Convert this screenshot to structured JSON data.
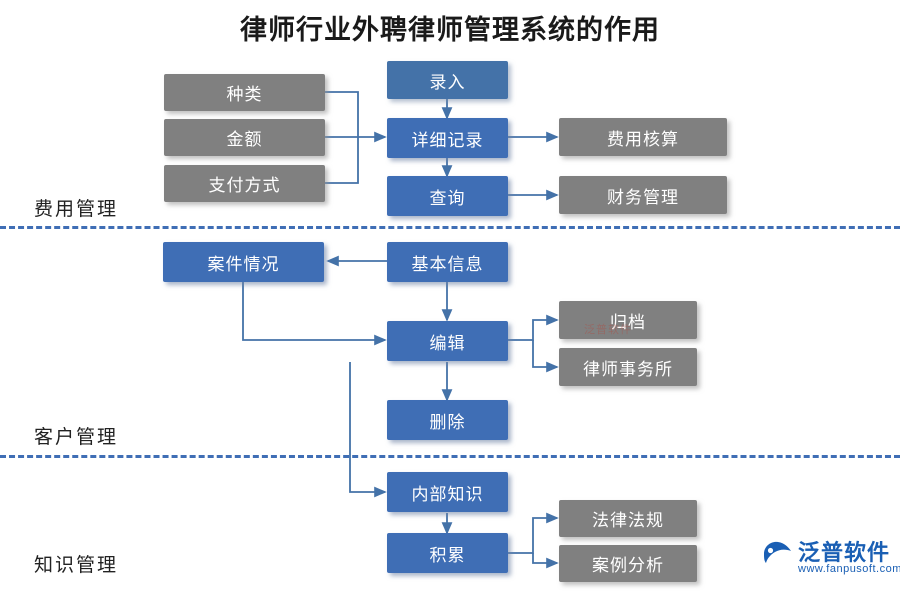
{
  "title": "律师行业外聘律师管理系统的作用",
  "colors": {
    "blue": "#4472a8",
    "blue_dark": "#3f6eb5",
    "gray": "#808080",
    "divider": "#3f6eb5",
    "logo": "#1a5fb4"
  },
  "sections": [
    {
      "label": "费用管理"
    },
    {
      "label": "客户管理"
    },
    {
      "label": "知识管理"
    }
  ],
  "nodes": {
    "zhonglei": "种类",
    "jine": "金额",
    "zhifufangshi": "支付方式",
    "luru": "录入",
    "xiangxijilu": "详细记录",
    "feiyonghesuan": "费用核算",
    "chaxun": "查询",
    "caiwuguanli": "财务管理",
    "anjianqingkuang": "案件情况",
    "jibenxinxi": "基本信息",
    "bianji": "编辑",
    "guidang": "归档",
    "lvshishiwusuo": "律师事务所",
    "shanchu": "删除",
    "neibuzhishi": "内部知识",
    "jilei": "积累",
    "falvfagui": "法律法规",
    "anlifenxi": "案例分析"
  },
  "watermark": {
    "center": "泛普软件"
  },
  "logo": {
    "name": "泛普软件",
    "url": "www.fanpusoft.com"
  }
}
